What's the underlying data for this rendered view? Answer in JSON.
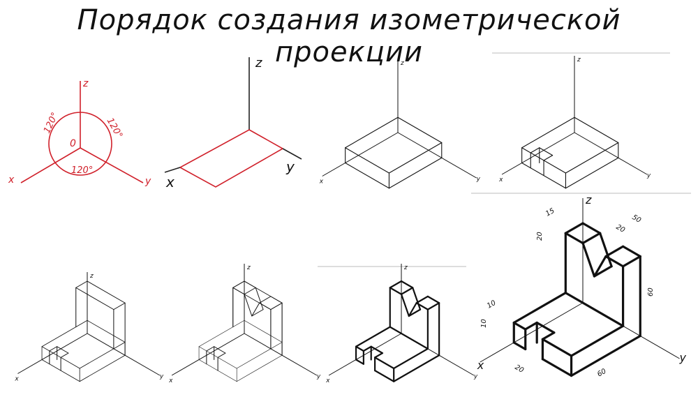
{
  "title": "Порядок создания изометрической проекции",
  "axes": {
    "x": "x",
    "y": "y",
    "z": "z",
    "origin": "0"
  },
  "angles": [
    "120°",
    "120°",
    "120°"
  ],
  "dimensions": {
    "top_depth": "15",
    "top_height": "20",
    "notch_width": "20",
    "total_width": "50",
    "wall_height": "60",
    "step_width": "10",
    "step_height": "10",
    "slot_width": "20",
    "length": "60"
  },
  "colors": {
    "construction": "#d0202a",
    "lines": "#111111"
  }
}
